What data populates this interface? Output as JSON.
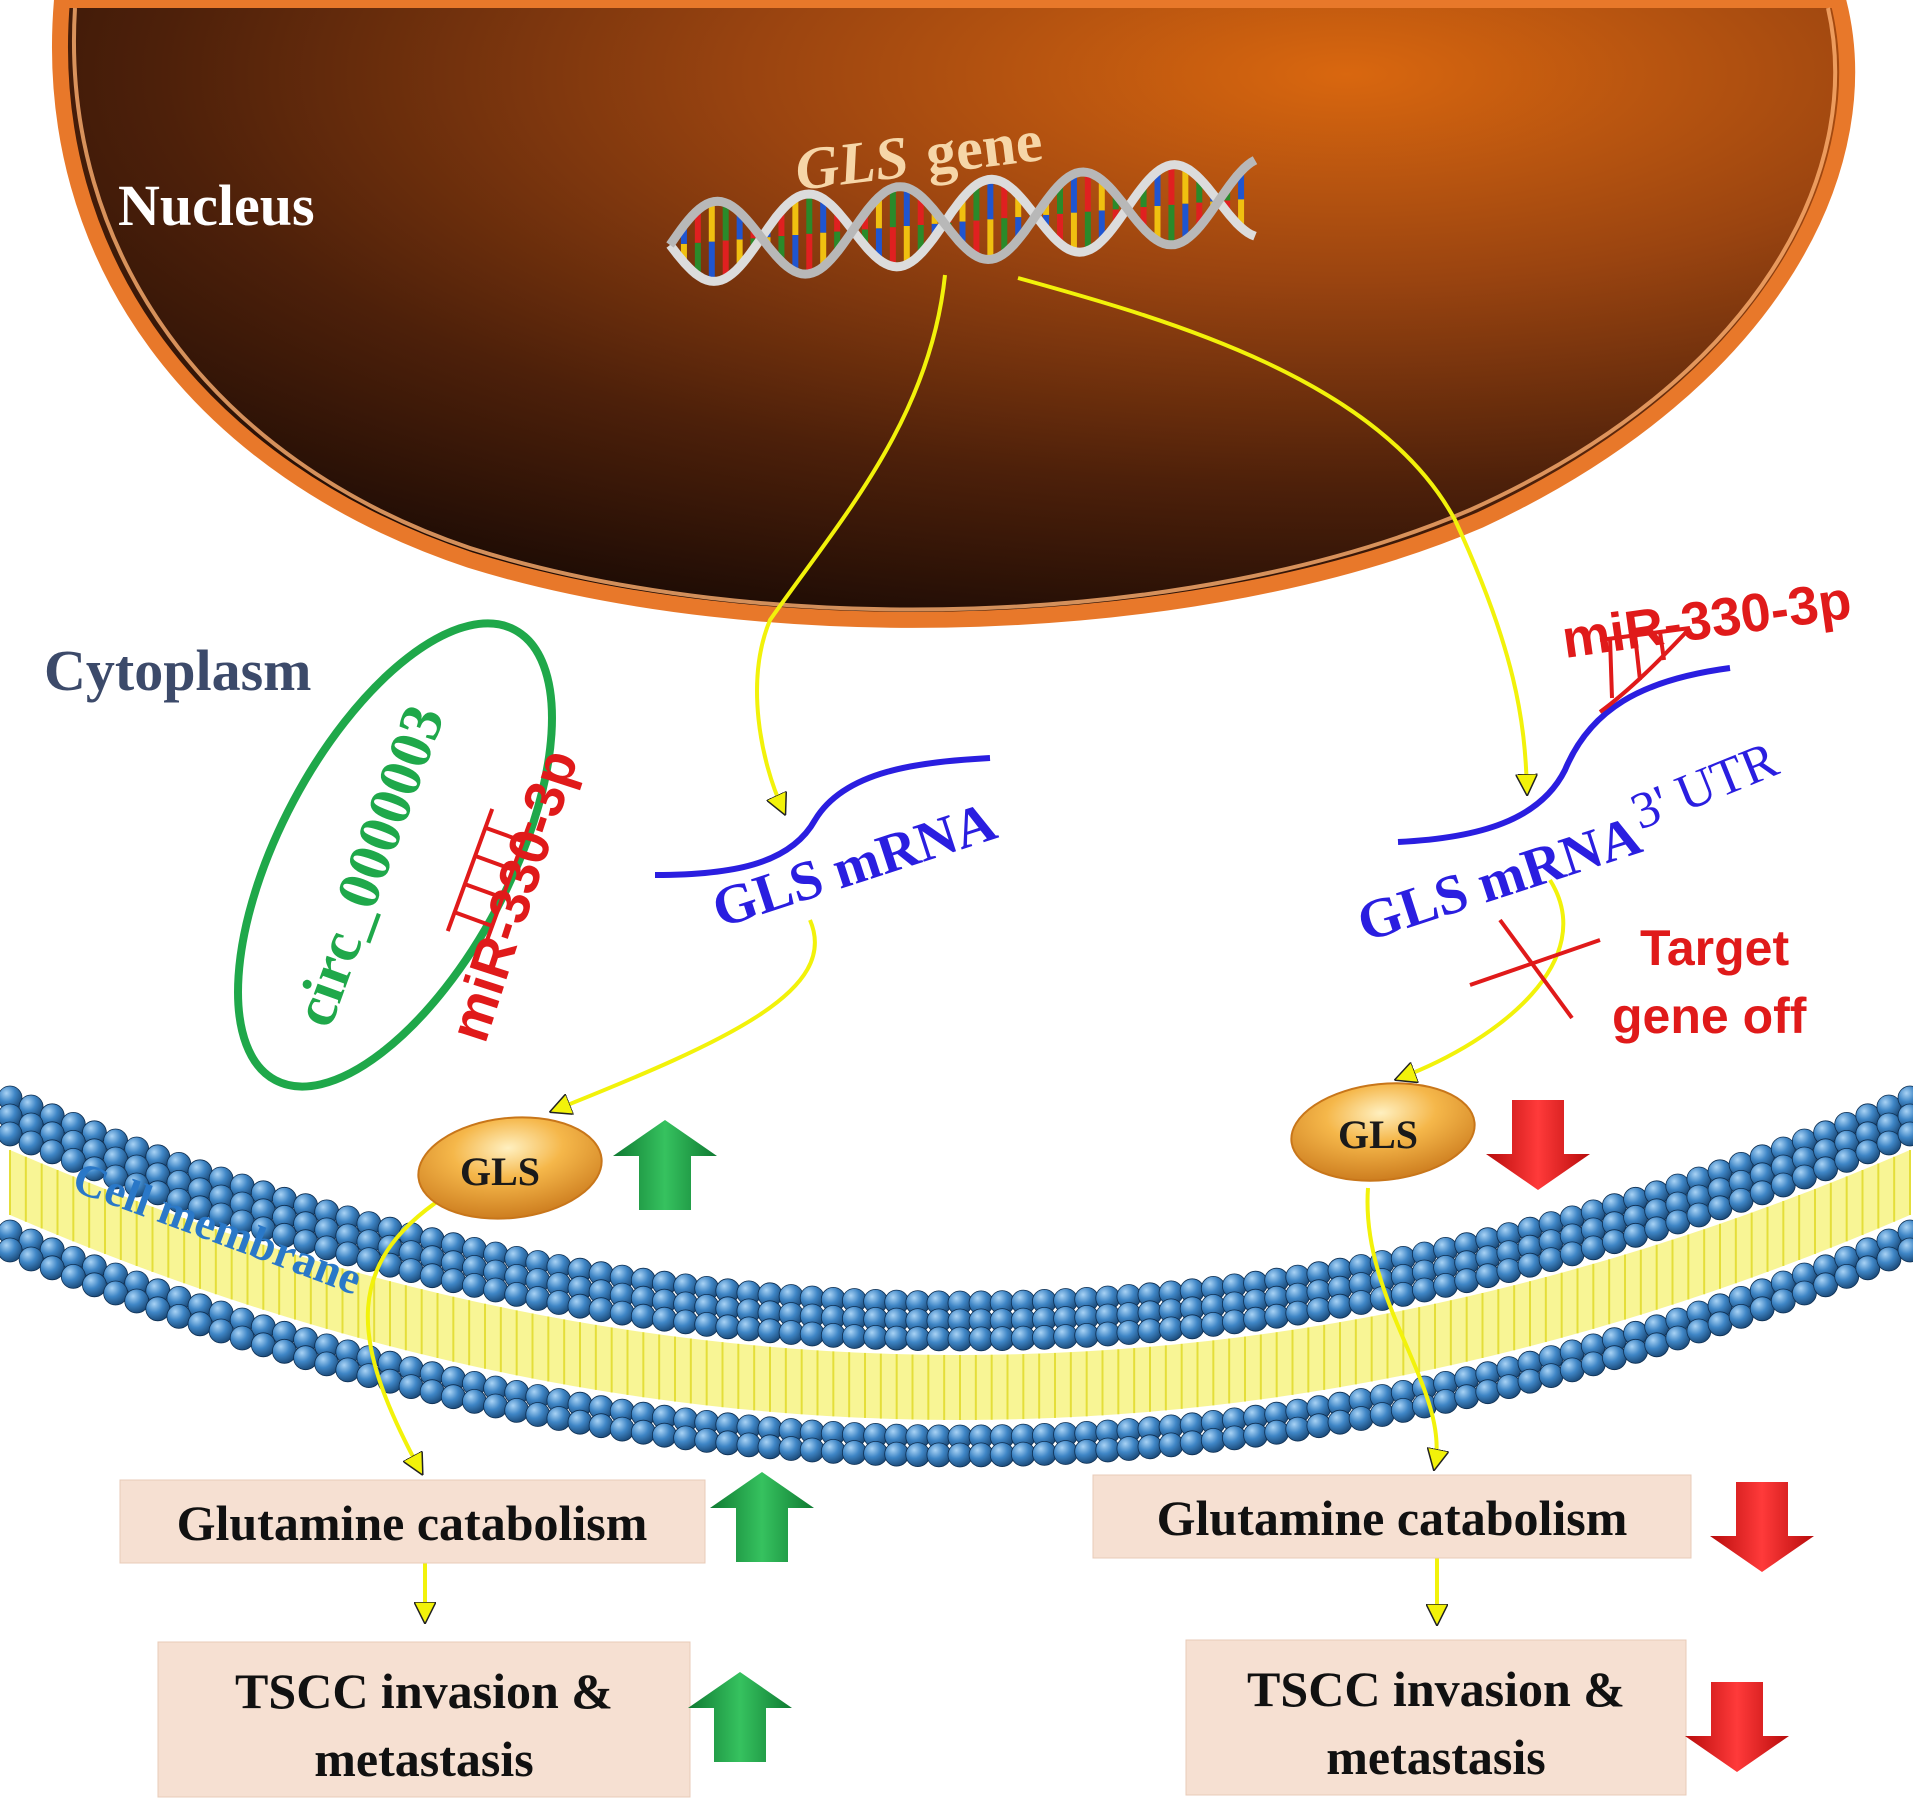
{
  "labels": {
    "nucleus": "Nucleus",
    "gene_italic": "GLS",
    "gene_suffix": "gene",
    "cytoplasm": "Cytoplasm",
    "cell_membrane": "Cell membrane",
    "circ_rna": "circ_0000003",
    "mirna_left": "miR-330-3p",
    "mirna_right": "miR-330-3p",
    "mrna_left": "GLS mRNA",
    "mrna_right": "GLS mRNA",
    "utr": "3' UTR",
    "target_line1": "Target",
    "target_line2": "gene off",
    "protein_left": "GLS",
    "protein_right": "GLS",
    "glut_left": "Glutamine catabolism",
    "glut_right": "Glutamine catabolism",
    "tscc_left_line1": "TSCC invasion &",
    "tscc_left_line2": "metastasis",
    "tscc_right_line1": "TSCC invasion &",
    "tscc_right_line2": "metastasis"
  },
  "indicators": {
    "protein_left": "up",
    "protein_right": "down",
    "glut_left": "up",
    "glut_right": "down",
    "tscc_left": "up",
    "tscc_right": "down"
  },
  "colors": {
    "nucleus_rim": "#e8782a",
    "nucleus_inner": "#3a1a08",
    "up_arrow": "#1f9e4a",
    "down_arrow": "#e81818",
    "mirna": "#e01a1a",
    "mrna": "#2a1ee0",
    "circ": "#1fa84a",
    "pathway_arrow": "#f2f20a",
    "box_fill": "#f6e0d2",
    "membrane_bead": "#3a7ab8",
    "cytoplasm_text": "#3c4a6a",
    "membrane_text": "#2a78c8"
  }
}
